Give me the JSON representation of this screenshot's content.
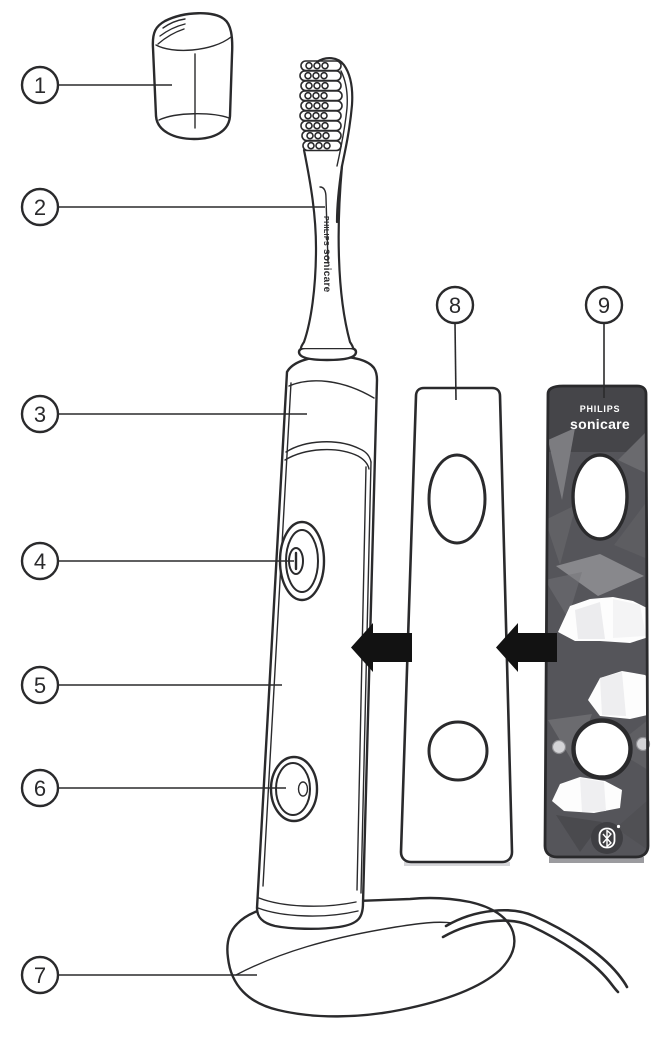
{
  "callouts": [
    {
      "number": "1"
    },
    {
      "number": "2"
    },
    {
      "number": "3"
    },
    {
      "number": "4"
    },
    {
      "number": "5"
    },
    {
      "number": "6"
    },
    {
      "number": "7"
    },
    {
      "number": "8"
    },
    {
      "number": "9"
    }
  ],
  "labels": {
    "brush_head_brand_line1": "PHILIPS",
    "brush_head_brand_line2": "sonicare",
    "panel_brand_line1": "PHILIPS",
    "panel_brand_line2": "sonicare"
  },
  "icons": {
    "power_button": "power-slot-icon",
    "secondary_button": "indicator-dot-icon",
    "bluetooth_badge": "bluetooth-icon",
    "attach_arrows": "left-arrow-icon"
  },
  "colors": {
    "line": "#2a2a2c",
    "arrow": "#121212",
    "panel_base": "#55555a",
    "panel_top": "#454549",
    "cloud": "#ffffff"
  }
}
